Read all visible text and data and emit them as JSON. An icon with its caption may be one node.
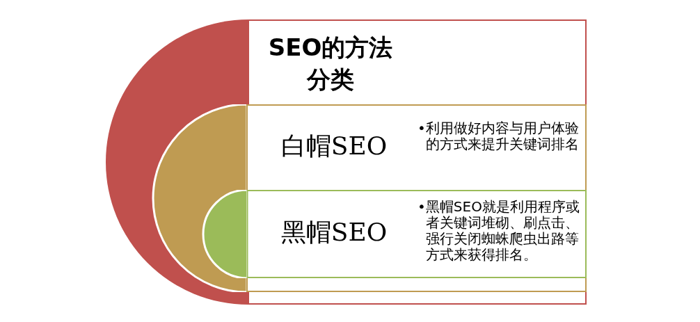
{
  "diagram": {
    "nodes": [
      {
        "text": [
          "SEO的方法分类"
        ]
      },
      {
        "text": [
          "白帽SEO",
          "•利用做好内容与用户体验的方式来提升关键词排名"
        ],
        "in": 0
      },
      {
        "text": [
          "黑帽SEO",
          "•黑帽SEO就是利用程序或者关键词堆砌、刷点击、强行关闭蜘蛛爬虫出路等方式来获得排名。"
        ],
        "in": 1
      }
    ]
  }
}
